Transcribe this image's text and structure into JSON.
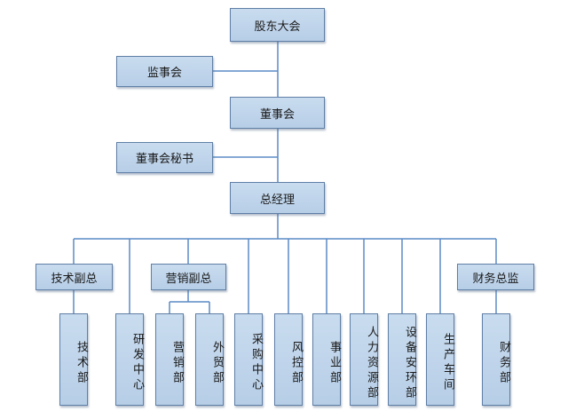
{
  "nodes": {
    "shareholders": "股东大会",
    "supervisors": "监事会",
    "board": "董事会",
    "board_secretary": "董事会秘书",
    "gm": "总经理",
    "tech_vp": "技术副总",
    "sales_vp": "营销副总",
    "finance_director": "财务总监",
    "tech_dept": "技术部",
    "rd_center": "研发中心",
    "sales_dept": "营销部",
    "trade_dept": "外贸部",
    "purchasing_center": "采购中心",
    "risk_dept": "风控部",
    "business_dept": "事业部",
    "hr_dept": "人力资源部",
    "safety_dept": "设备安环部",
    "workshop": "生产车间",
    "finance_dept": "财务部"
  },
  "colors": {
    "box_fill": "#bcd2ea",
    "box_border": "#5f7fa6",
    "line": "#5b8bc6"
  }
}
